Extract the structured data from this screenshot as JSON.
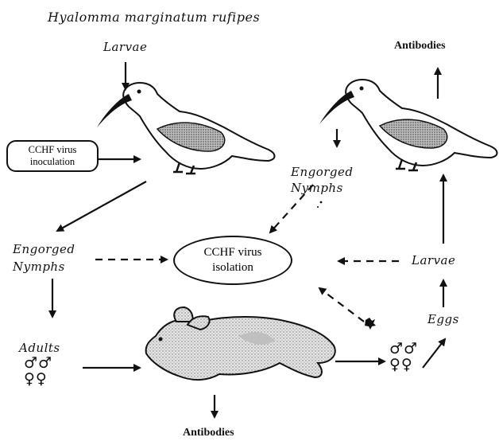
{
  "title": "Hyalomma marginatum rufipes",
  "labels": {
    "larvae_top": "Larvae",
    "antibodies_top": "Antibodies",
    "inoculation_line1": "CCHF virus",
    "inoculation_line2": "inoculation",
    "engorged_nymphs_right_line1": "Engorged",
    "engorged_nymphs_right_line2": "Nymphs",
    "engorged_nymphs_left_line1": "Engorged",
    "engorged_nymphs_left_line2": "Nymphs",
    "isolation_line1": "CCHF virus",
    "isolation_line2": "isolation",
    "larvae_right": "Larvae",
    "eggs": "Eggs",
    "adults": "Adults",
    "adults_symbols_line1": "♂♂",
    "adults_symbols_line2": "♀♀",
    "right_symbols_line1": "♂♂",
    "right_symbols_line2": "♀♀",
    "antibodies_bottom": "Antibodies"
  }
}
